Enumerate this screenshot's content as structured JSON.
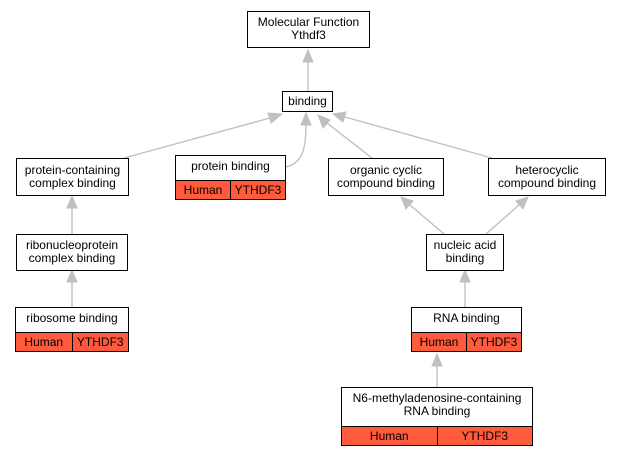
{
  "nodes": {
    "molecular_function": {
      "label": "Molecular Function\nYthdf3"
    },
    "binding": {
      "label": "binding"
    },
    "protein_containing_complex_binding": {
      "label": "protein-containing\ncomplex binding"
    },
    "protein_binding": {
      "label": "protein binding",
      "species": "Human",
      "gene": "YTHDF3"
    },
    "organic_cyclic_compound_binding": {
      "label": "organic cyclic\ncompound binding"
    },
    "heterocyclic_compound_binding": {
      "label": "heterocyclic\ncompound binding"
    },
    "ribonucleoprotein_complex_binding": {
      "label": "ribonucleoprotein\ncomplex binding"
    },
    "nucleic_acid_binding": {
      "label": "nucleic acid\nbinding"
    },
    "ribosome_binding": {
      "label": "ribosome binding",
      "species": "Human",
      "gene": "YTHDF3"
    },
    "rna_binding": {
      "label": "RNA binding",
      "species": "Human",
      "gene": "YTHDF3"
    },
    "n6_methyladenosine_rna_binding": {
      "label": "N6-methyladenosine-containing\nRNA binding",
      "species": "Human",
      "gene": "YTHDF3"
    }
  },
  "colors": {
    "annotation": "#ff5a3c",
    "edge": "#c0c0c0",
    "border": "#000000"
  }
}
